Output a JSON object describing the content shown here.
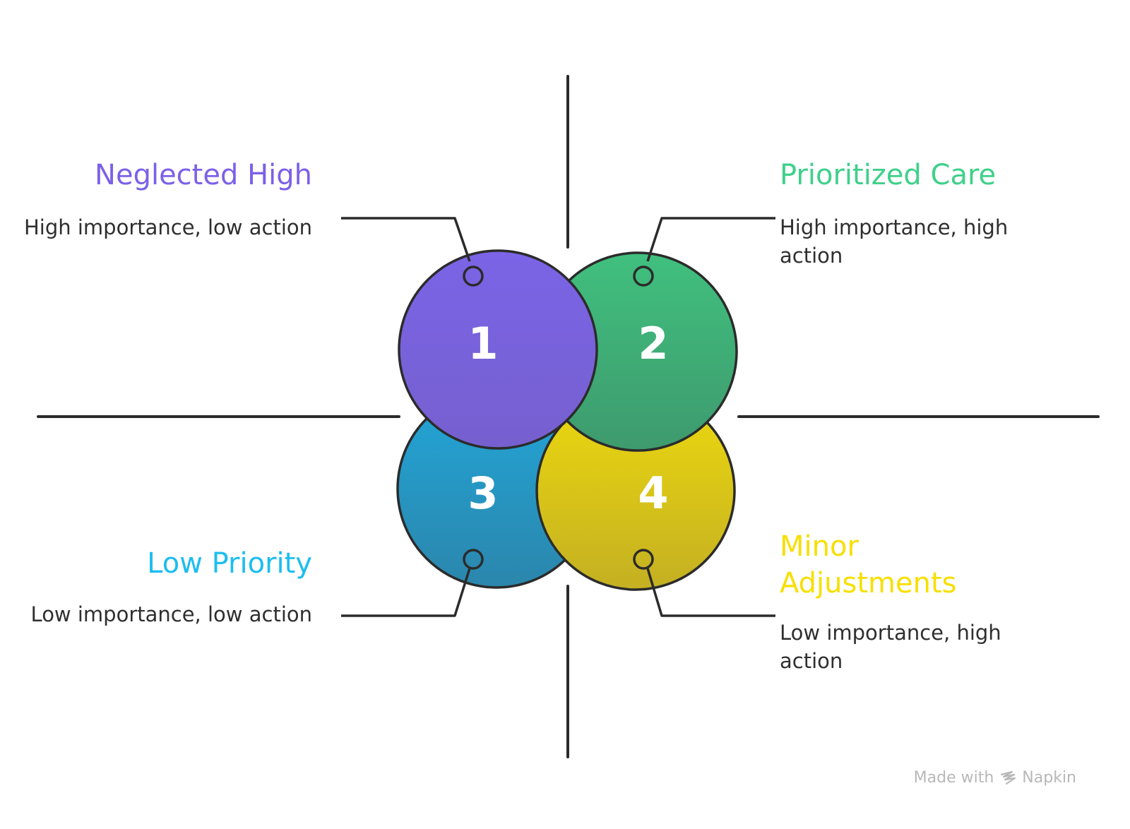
{
  "quadrants": [
    {
      "number": "1",
      "title": "Neglected High",
      "description": "High importance, low action",
      "color": "#7B61E8",
      "gradient": [
        "#7B64E6",
        "#7660CF"
      ]
    },
    {
      "number": "2",
      "title": "Prioritized Care",
      "description": "High importance, high action",
      "color": "#3FD08A",
      "gradient": [
        "#40C07E",
        "#3E9A6E"
      ]
    },
    {
      "number": "3",
      "title": "Low Priority",
      "description": "Low importance, low action",
      "color": "#1DBDF0",
      "gradient": [
        "#22A6D8",
        "#2B86AC"
      ]
    },
    {
      "number": "4",
      "title": "Minor Adjustments",
      "description": "Low importance, high action",
      "color": "#F7DF00",
      "gradient": [
        "#EDD90E",
        "#C4B022"
      ]
    }
  ],
  "footer": {
    "made_with": "Made with",
    "brand": "Napkin",
    "logo_icon": "napkin-logo-icon"
  },
  "colors": {
    "outline": "#2b2b2b",
    "axis": "#2b2b2b",
    "description_text": "#2f2f2f",
    "footer_text": "#b8b8b8"
  }
}
